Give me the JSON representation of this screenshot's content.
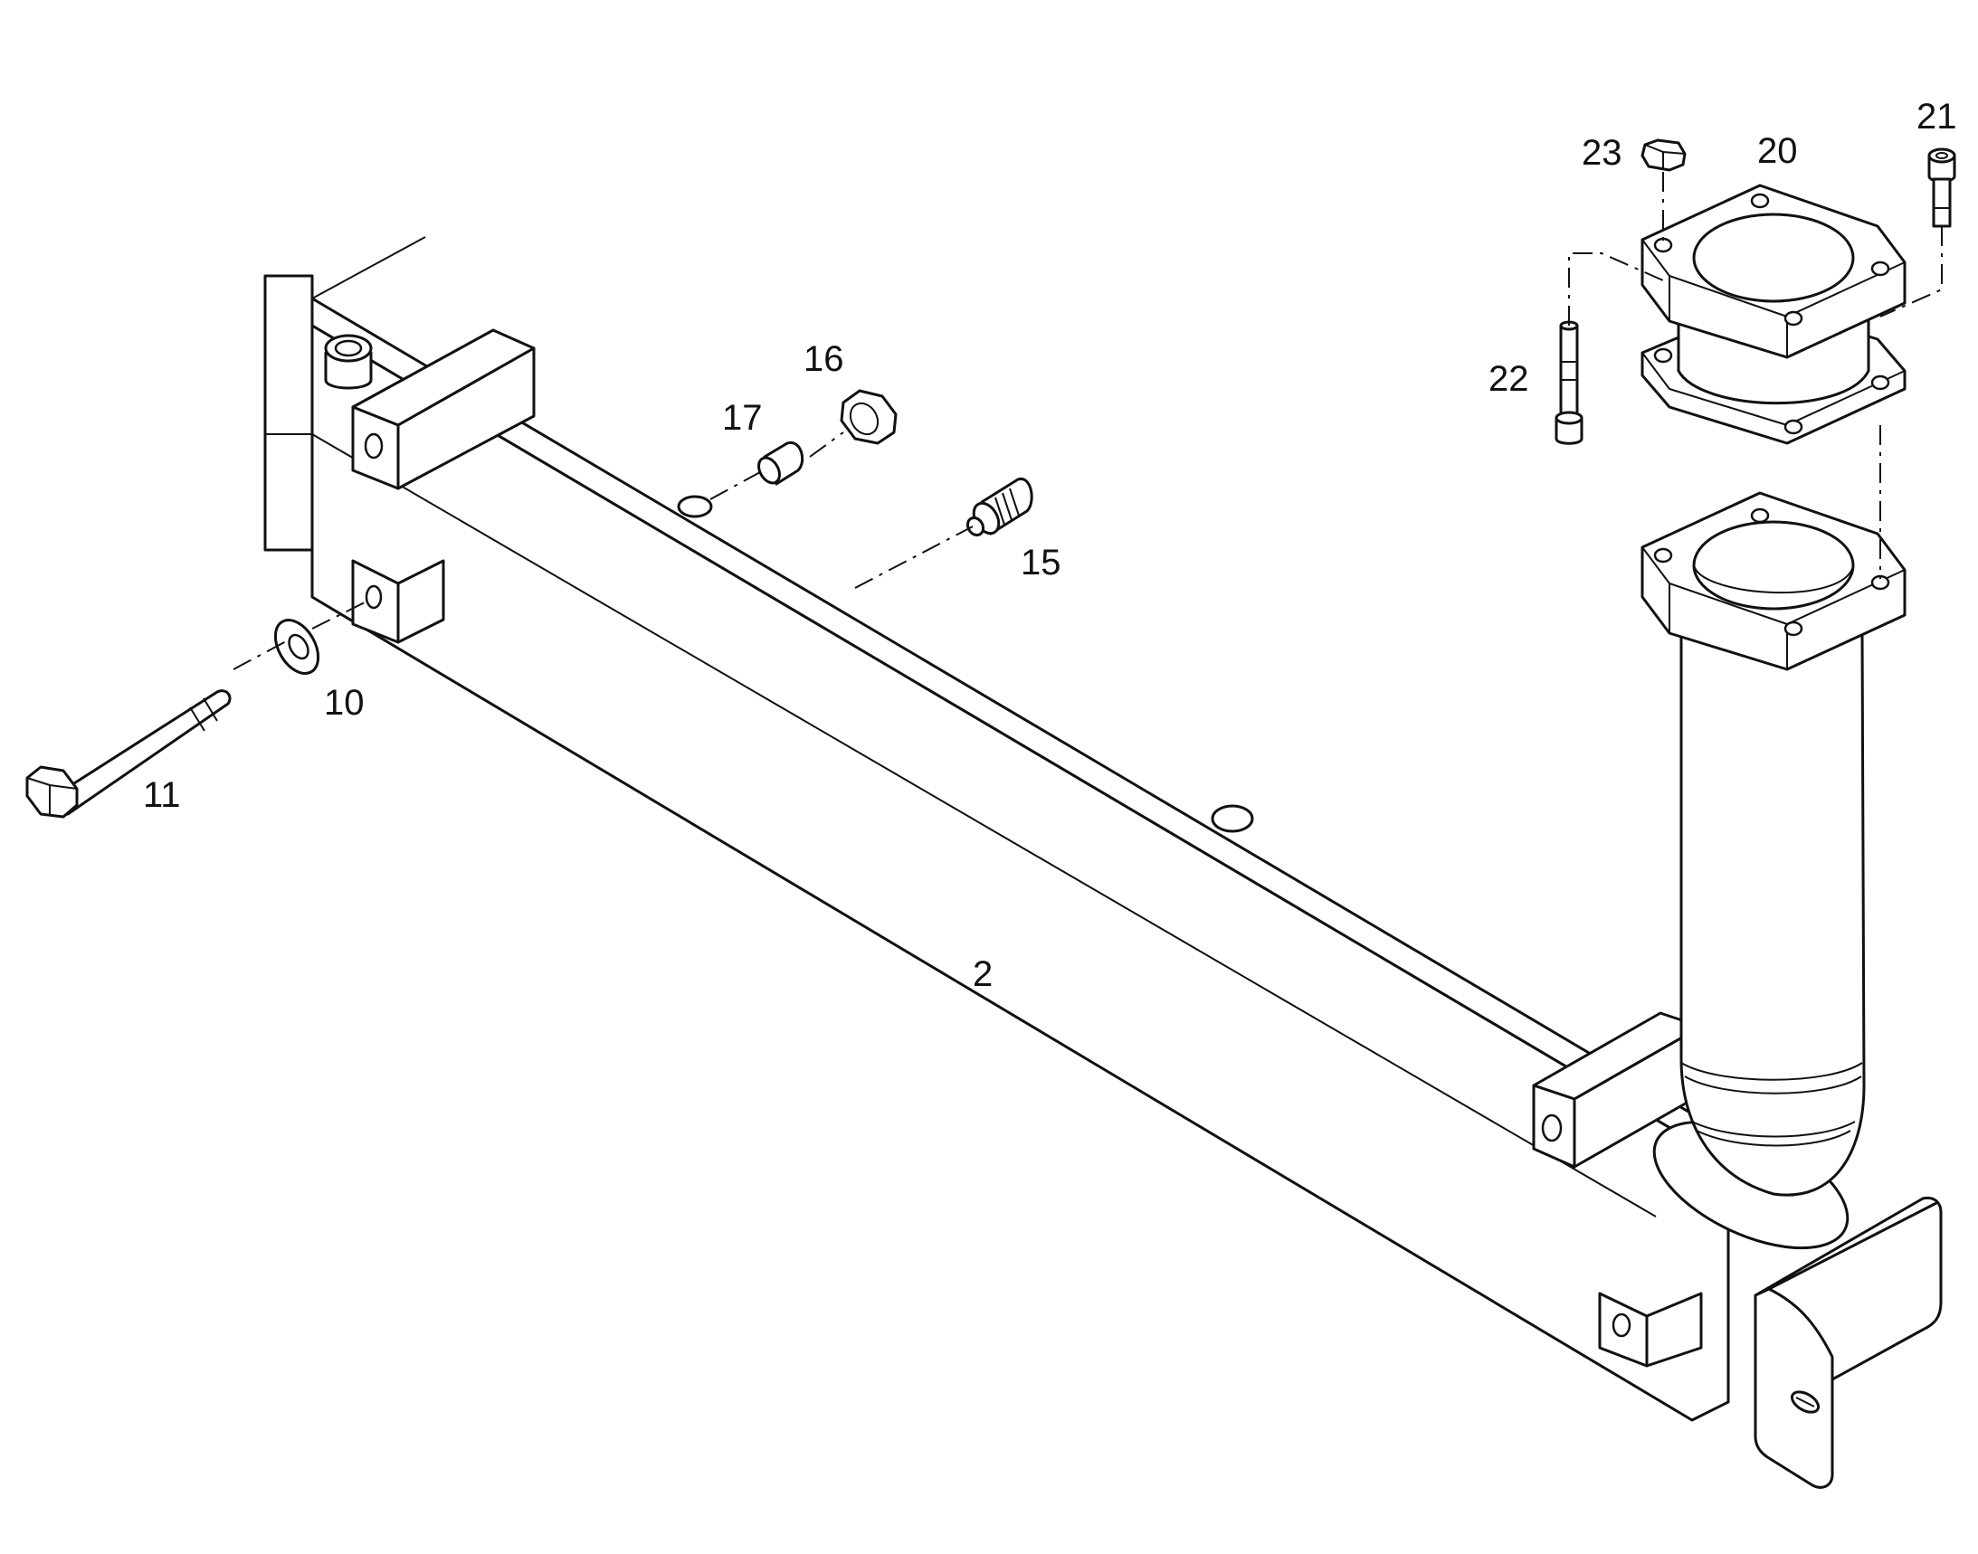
{
  "diagram": {
    "type": "exploded parts diagram",
    "callouts": [
      {
        "id": "frame",
        "label": "2"
      },
      {
        "id": "washer",
        "label": "10"
      },
      {
        "id": "bolt",
        "label": "11"
      },
      {
        "id": "nozzle",
        "label": "15"
      },
      {
        "id": "nut",
        "label": "16"
      },
      {
        "id": "sleeve",
        "label": "17"
      },
      {
        "id": "flange",
        "label": "20"
      },
      {
        "id": "cap-screw-right",
        "label": "21"
      },
      {
        "id": "cap-screw-left",
        "label": "22"
      },
      {
        "id": "hex-nut-top",
        "label": "23"
      }
    ]
  }
}
